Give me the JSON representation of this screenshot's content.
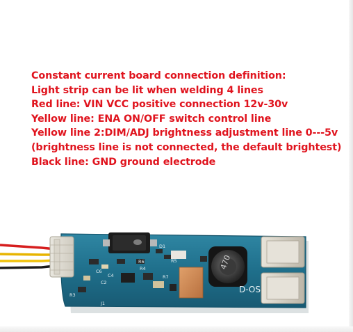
{
  "caption": {
    "lines": [
      "Constant current board connection definition:",
      "Light strip can be lit when welding 4 lines",
      "Red line: VIN VCC positive connection 12v-30v",
      "Yellow line: ENA ON/OFF switch control line",
      "Yellow line 2:DIM/ADJ brightness adjustment line 0---5v",
      "(brightness line is not connected, the default brightest)",
      "Black line: GND ground electrode"
    ]
  },
  "colors": {
    "caption_text": "#e0141e",
    "pcb": "#1f6f8b",
    "background": "#ffffff"
  },
  "board_markings": {
    "inductor_code": "470",
    "board_label": "D-OS",
    "silk": [
      "D1",
      "R6",
      "R4",
      "R7",
      "C2",
      "R3",
      "J1",
      "R5",
      "C6",
      "C4"
    ]
  }
}
